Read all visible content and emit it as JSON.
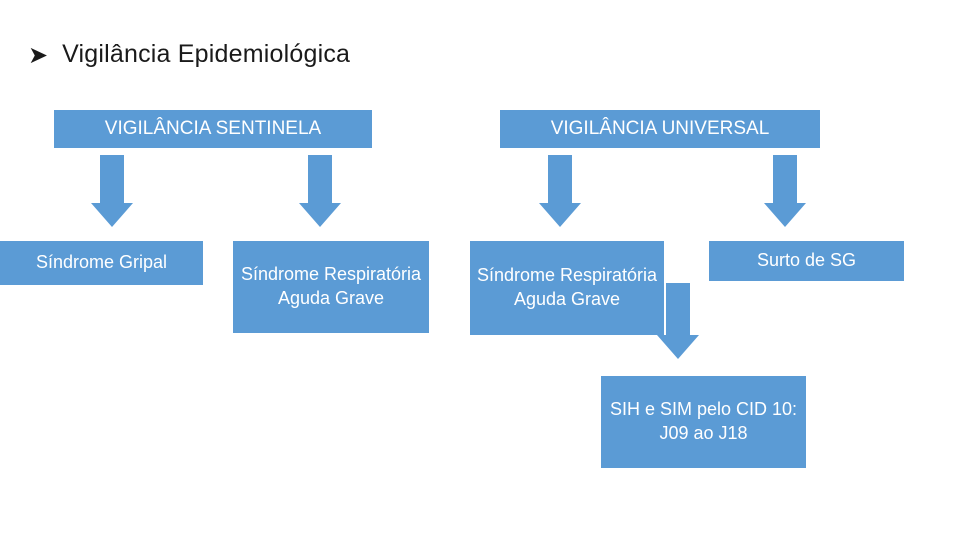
{
  "page": {
    "background": "#ffffff",
    "accent_color": "#5b9bd5",
    "text_on_accent": "#ffffff"
  },
  "title": {
    "bullet": "➤",
    "text": "Vigilância Epidemiológica"
  },
  "columns": [
    {
      "header": "VIGILÂNCIA SENTINELA",
      "items": [
        "Síndrome Gripal",
        "Síndrome Respiratória Aguda Grave"
      ]
    },
    {
      "header": "VIGILÂNCIA UNIVERSAL",
      "items": [
        "Síndrome Respiratória Aguda Grave",
        "Surto de SG",
        "SIH e SIM pelo CID 10: J09 ao J18"
      ]
    }
  ],
  "boxes": {
    "sentinela_header": "VIGILÂNCIA SENTINELA",
    "universal_header": "VIGILÂNCIA UNIVERSAL",
    "sindrome_gripal": "Síndrome Gripal",
    "srag_sentinela": "Síndrome Respiratória Aguda Grave",
    "srag_universal": "Síndrome Respiratória Aguda Grave",
    "surto_sg": "Surto de SG",
    "sih_sim": "SIH e SIM pelo CID 10: J09 ao J18"
  },
  "arrows": {
    "sentinela_left": "down-arrow",
    "sentinela_right": "down-arrow",
    "universal_left": "down-arrow",
    "universal_right": "down-arrow",
    "srag_to_sih": "down-arrow"
  }
}
